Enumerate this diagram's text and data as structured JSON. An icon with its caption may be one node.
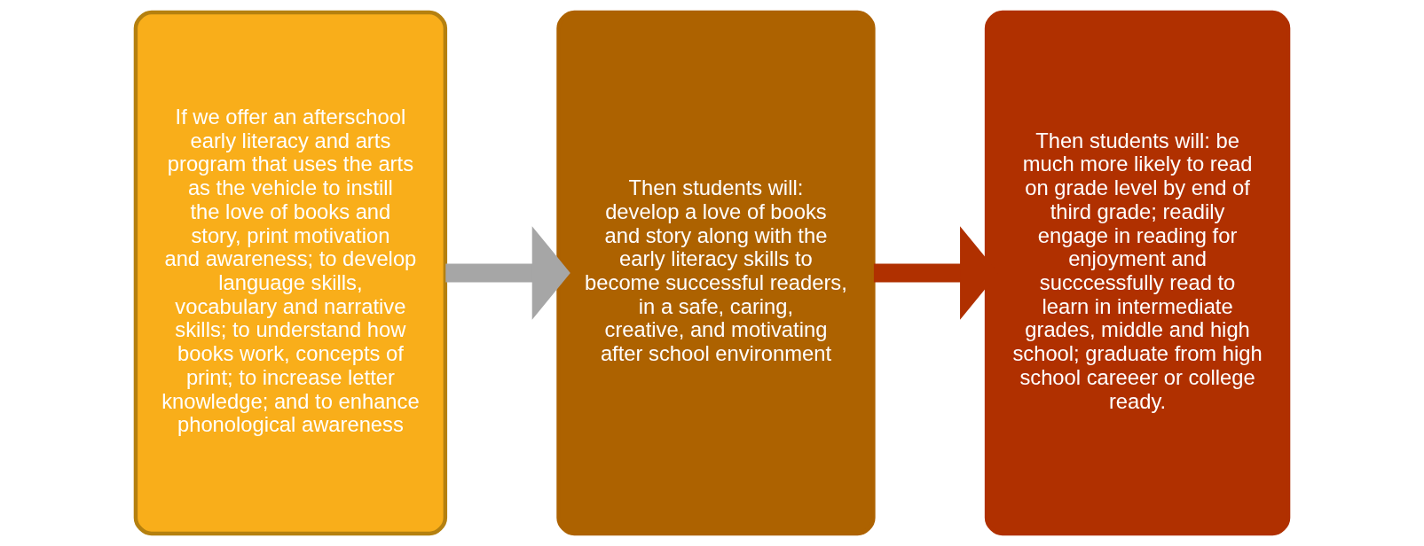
{
  "diagram": {
    "nodes": [
      {
        "text": [
          "If we offer an afterschool early literacy and arts program that uses the arts as the vehicle to instill the love of books and story, print motivation and awareness; to develop language skills, vocabulary and narrative skills; to understand how books work, concepts of print; to increase letter knowledge; and to enhance phonological awareness"
        ]
      },
      {
        "text": [
          "Then students will: develop a love of books and story along with the early literacy skills to become successful readers, in a safe, caring, creative, and motivating after school environment"
        ]
      },
      {
        "text": [
          "Then students will: be much more likely to read on grade level by end of third grade; readily engage in reading for enjoyment and succcessfully read to learn in intermediate grades, middle and high school; graduate from high school careeer or college ready."
        ]
      }
    ],
    "edges": [
      {
        "from": 0,
        "to": 1,
        "arrow": "to",
        "color": "#a6a6a6"
      },
      {
        "from": 1,
        "to": 2,
        "arrow": "to",
        "color": "#b03000"
      }
    ]
  }
}
